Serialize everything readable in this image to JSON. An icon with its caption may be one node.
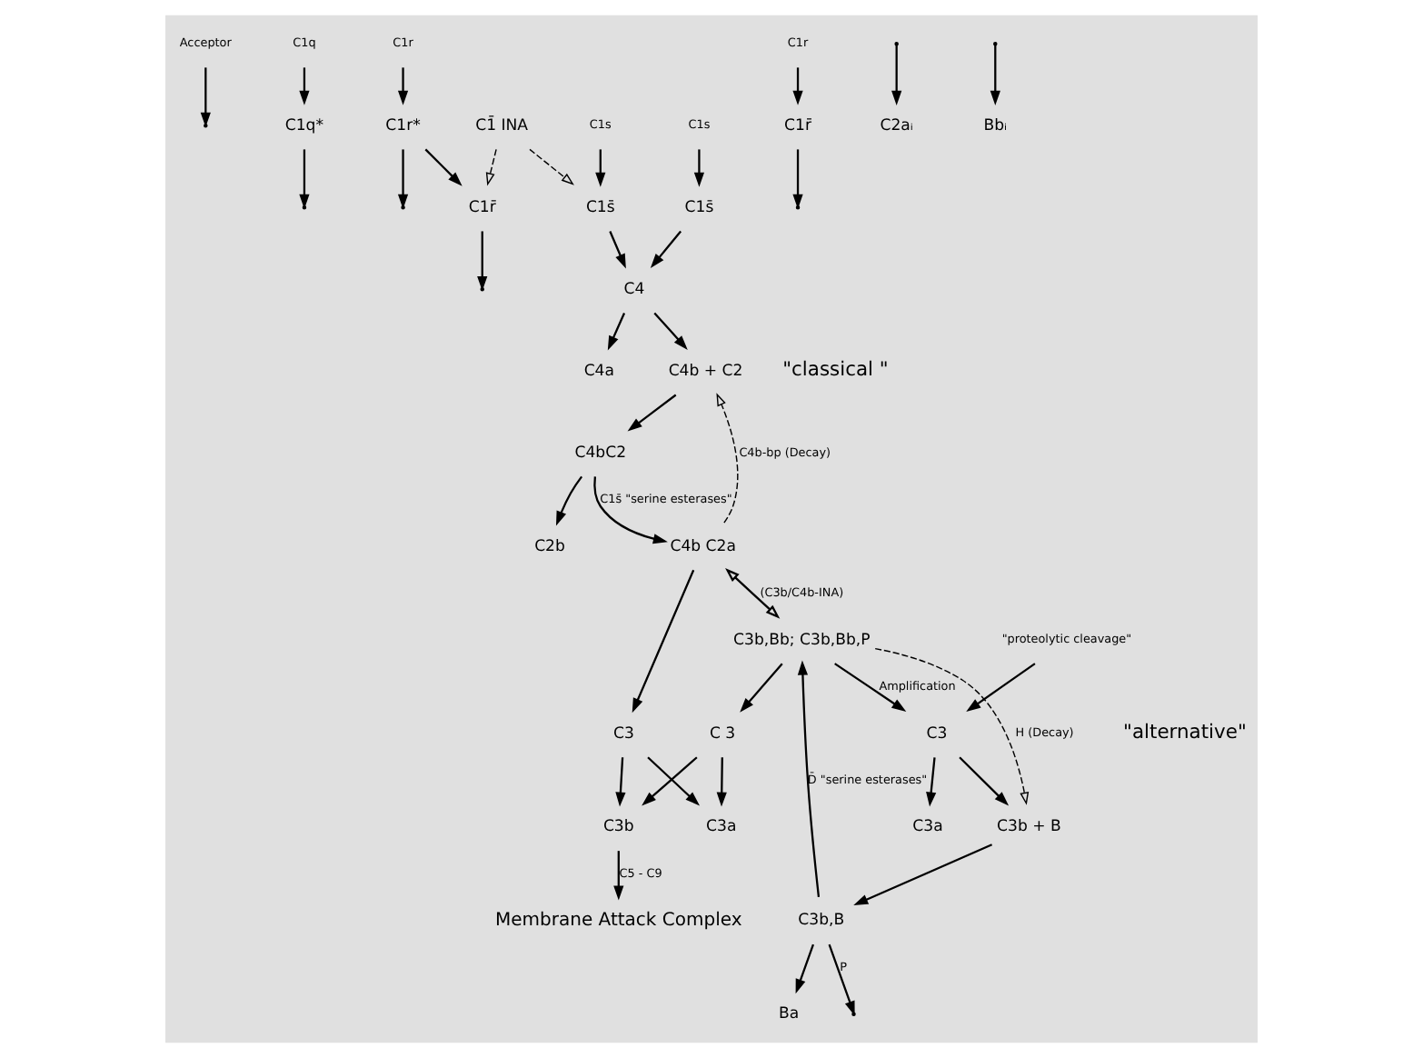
{
  "diagram": {
    "nodes": [
      {
        "text": [
          "Acceptor"
        ]
      },
      {
        "text": [
          "C1q"
        ]
      },
      {
        "text": [
          "C1q*"
        ]
      },
      {
        "text": [
          "C1̄ INA"
        ]
      },
      {
        "text": [
          "C1r"
        ]
      },
      {
        "text": [
          "C1r*"
        ]
      },
      {
        "text": [
          "C1r̄"
        ]
      },
      {
        "text": [
          "C1r"
        ]
      },
      {
        "text": [
          "C1r̄"
        ]
      },
      {
        "text": [
          "C4"
        ]
      },
      {
        "text": [
          "C1s"
        ]
      },
      {
        "text": [
          "C1s̄"
        ]
      },
      {
        "text": [
          "C1s"
        ]
      },
      {
        "text": [
          "C1s̄"
        ]
      },
      {
        "text": [
          "C4a"
        ]
      },
      {
        "text": [
          "C4b + C2"
        ]
      },
      {
        "text": [
          "C4bC2"
        ]
      },
      {
        "text": [
          "C2aᵢ"
        ]
      },
      {
        "text": [
          "C2b"
        ]
      },
      {
        "text": [
          "C4b C2a"
        ]
      },
      {
        "text": [
          "C3"
        ]
      },
      {
        "text": [
          "C3a"
        ]
      },
      {
        "text": [
          "C3b"
        ]
      },
      {
        "text": [
          "Membrane Attack Complex"
        ]
      },
      {
        "text": [
          "C3"
        ]
      },
      {
        "text": [
          "C3b,Bb; C3b,Bb,P"
        ]
      },
      {
        "text": [
          "\"proteolytic cleavage\""
        ]
      },
      {
        "text": [
          "Ba"
        ]
      },
      {
        "text": [
          "Bbᵢ"
        ]
      },
      {
        "text": [
          "C 3"
        ]
      },
      {
        "text": [
          "C3a"
        ]
      },
      {
        "text": [
          "C3b + B"
        ]
      },
      {
        "text": [
          "C3b,B"
        ]
      }
    ],
    "edges": [
      {
        "from": 0,
        "to": null,
        "arrow": "to"
      },
      {
        "from": 1,
        "to": 2,
        "arrow": "to"
      },
      {
        "from": 2,
        "to": null,
        "arrow": "to"
      },
      {
        "from": 4,
        "to": 5,
        "arrow": "to"
      },
      {
        "from": 5,
        "to": 6,
        "arrow": "to"
      },
      {
        "from": 5,
        "to": null,
        "arrow": "to"
      },
      {
        "from": 7,
        "to": 8,
        "arrow": "to"
      },
      {
        "from": 8,
        "to": null,
        "arrow": "to"
      },
      {
        "from": 6,
        "to": null,
        "arrow": "to"
      },
      {
        "from": 3,
        "to": 6,
        "arrow": "to",
        "style": "dashed"
      },
      {
        "from": 3,
        "to": 11,
        "arrow": "to",
        "style": "dashed"
      },
      {
        "from": 10,
        "to": 11,
        "arrow": "to"
      },
      {
        "from": 12,
        "to": 13,
        "arrow": "to"
      },
      {
        "from": 11,
        "to": 9,
        "arrow": "to"
      },
      {
        "from": 13,
        "to": 9,
        "arrow": "to"
      },
      {
        "from": 9,
        "to": 14,
        "arrow": "to"
      },
      {
        "from": 9,
        "to": 15,
        "arrow": "to"
      },
      {
        "from": 15,
        "to": 16,
        "arrow": "to"
      },
      {
        "from": 16,
        "to": 19,
        "arrow": "to",
        "label": "C1s̄ \"serine esterases\""
      },
      {
        "from": 16,
        "to": 18,
        "arrow": "to"
      },
      {
        "from": 19,
        "to": 15,
        "arrow": "to",
        "style": "dashed",
        "label": "C4b-bp (Decay)"
      },
      {
        "from": null,
        "to": 17,
        "arrow": "to"
      },
      {
        "from": 19,
        "to": 20,
        "arrow": "to"
      },
      {
        "from": 20,
        "to": 21,
        "arrow": "to"
      },
      {
        "from": 20,
        "to": 22,
        "arrow": "to"
      },
      {
        "from": 22,
        "to": 23,
        "arrow": "to",
        "label": "C5 - C9"
      },
      {
        "from": 25,
        "to": 24,
        "arrow": "to",
        "label": "Amplification"
      },
      {
        "from": 26,
        "to": 24,
        "arrow": "to"
      },
      {
        "from": 24,
        "to": 30,
        "arrow": "to"
      },
      {
        "from": 24,
        "to": 31,
        "arrow": "to"
      },
      {
        "from": 31,
        "to": 32,
        "arrow": "to"
      },
      {
        "from": 32,
        "to": 25,
        "arrow": "to",
        "label": "D̄ \"serine esterases\""
      },
      {
        "from": 32,
        "to": null,
        "arrow": "to",
        "label": "P"
      },
      {
        "from": 32,
        "to": 27,
        "arrow": "to"
      },
      {
        "from": 25,
        "to": 31,
        "arrow": "to",
        "style": "dashed",
        "label": "H (Decay)"
      },
      {
        "from": null,
        "to": 28,
        "arrow": "to"
      },
      {
        "from": 25,
        "to": 29,
        "arrow": "to"
      },
      {
        "from": 29,
        "to": 21,
        "arrow": "to"
      },
      {
        "from": 29,
        "to": 22,
        "arrow": "to"
      },
      {
        "from": 19,
        "to": 25,
        "arrow": "both",
        "label": "(C3b/C4b-INA)"
      }
    ],
    "labels": [
      "\"classical \"",
      "\"alternative\""
    ]
  }
}
